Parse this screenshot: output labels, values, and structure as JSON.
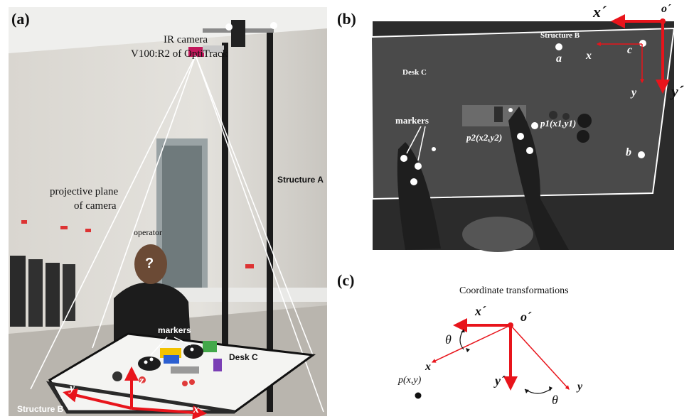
{
  "panel_a": {
    "tag": "(a)",
    "camera_label_1": "IR camera",
    "camera_label_2": "V100:R2 of OptiTrack",
    "structure_a": "Structure A",
    "projective_1": "projective plane",
    "projective_2": "of camera",
    "operator": "operator",
    "face_mark": "?",
    "markers": "markers",
    "desk_c": "Desk C",
    "structure_b": "Structure B",
    "axis_x": "x",
    "axis_y": "y",
    "axis_z": "z"
  },
  "panel_b": {
    "tag": "(b)",
    "structure_b": "Structure B",
    "desk_c": "Desk C",
    "markers": "markers",
    "pt_a": "a",
    "pt_b": "b",
    "pt_c": "c",
    "axis_x": "x",
    "axis_y": "y",
    "axis_xp": "x´",
    "axis_yp": "y´",
    "origin": "o´",
    "p1": "p1(x1,y1)",
    "p2": "p2(x2,y2)"
  },
  "panel_c": {
    "tag": "(c)",
    "title": "Coordinate transformations",
    "origin": "o´",
    "axis_xp": "x´",
    "axis_yp": "y´",
    "axis_x": "x",
    "axis_y": "y",
    "theta_1": "θ",
    "theta_2": "θ",
    "point": "p(x,y)"
  },
  "colors": {
    "arrow": "#e8141b",
    "photo_bg": "#cfcbc4",
    "ir_bg": "#3a3a3a"
  }
}
